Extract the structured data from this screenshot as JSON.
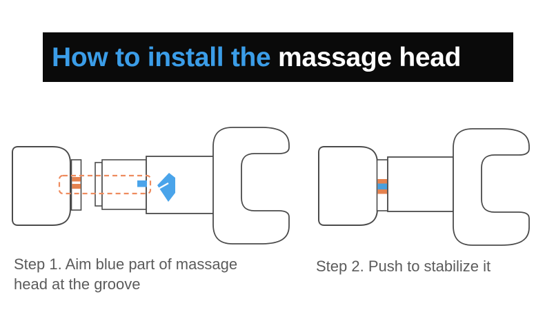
{
  "header": {
    "title_highlight": "How to install the ",
    "title_rest": "massage head",
    "background": "#0a0a0a",
    "highlight_color": "#3b9de8",
    "text_color": "#ffffff"
  },
  "steps": [
    {
      "label": "Step 1",
      "caption_lines": [
        "Step 1. Aim blue part of massage",
        "head at the groove"
      ]
    },
    {
      "label": "Step 2",
      "caption_lines": [
        "Step 2. Push to stabilize it"
      ]
    }
  ],
  "colors": {
    "outline": "#4a4a4a",
    "orange": "#e5824f",
    "orange_dash": "#ee8b5e",
    "blue": "#4aa4ea",
    "blue_stripe": "#4aa0dd",
    "caption_text": "#5b5b5b",
    "banner_black": "#0a0a0a",
    "background": "#ffffff"
  }
}
